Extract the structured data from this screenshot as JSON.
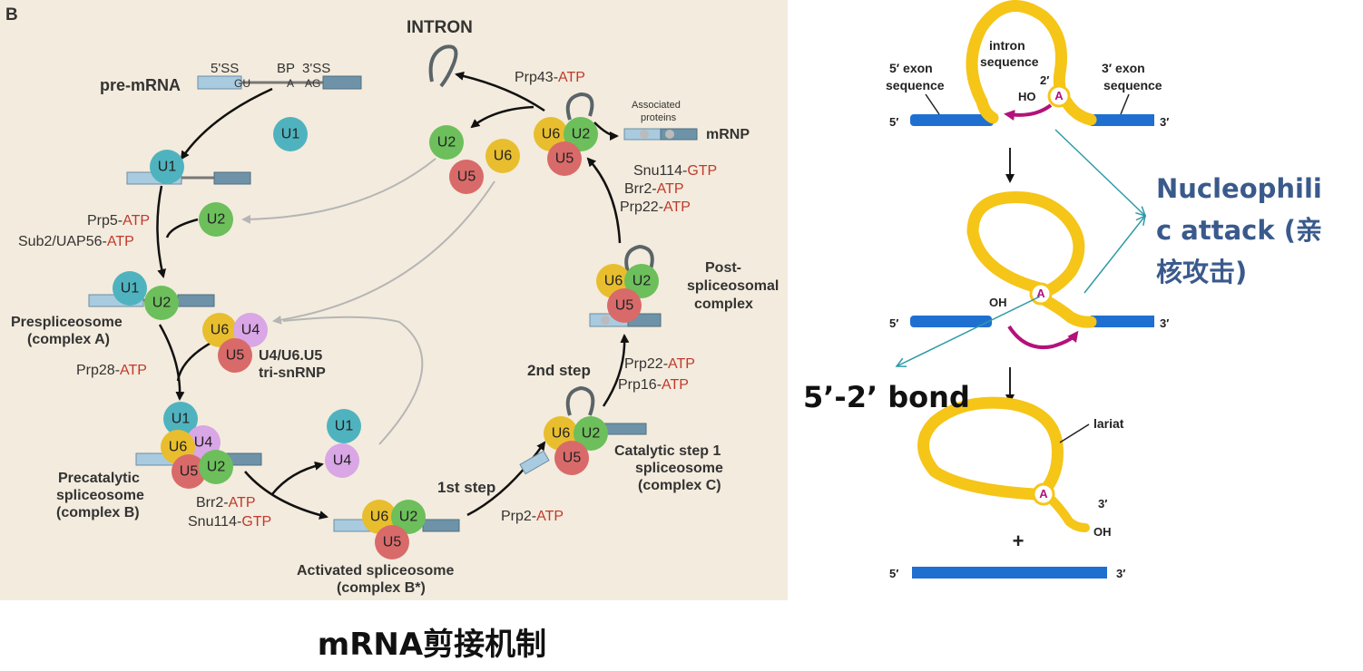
{
  "left_panel": {
    "panel_letter": "B",
    "intron_label": "INTRON",
    "premrna": {
      "label": "pre-mRNA",
      "ss5": "5'SS",
      "bp": "BP",
      "ss3": "3'SS",
      "gu": "GU",
      "a": "A",
      "ag": "AG"
    },
    "snrnas": {
      "u1": "U1",
      "u2": "U2",
      "u4": "U4",
      "u5": "U5",
      "u6": "U6"
    },
    "factors": {
      "prp43": {
        "name": "Prp43-",
        "cof": "ATP"
      },
      "prp5": {
        "name": "Prp5-",
        "cof": "ATP"
      },
      "sub2": {
        "name": "Sub2/UAP56-",
        "cof": "ATP"
      },
      "prp28": {
        "name": "Prp28-",
        "cof": "ATP"
      },
      "brr2_b": {
        "name": "Brr2-",
        "cof": "ATP"
      },
      "snu114_b": {
        "name": "Snu114-",
        "cof": "GTP"
      },
      "prp2": {
        "name": "Prp2-",
        "cof": "ATP"
      },
      "prp22_c": {
        "name": "Prp22-",
        "cof": "ATP"
      },
      "prp16": {
        "name": "Prp16-",
        "cof": "ATP"
      },
      "snu114_p": {
        "name": "Snu114-",
        "cof": "GTP"
      },
      "brr2_p": {
        "name": "Brr2-",
        "cof": "ATP"
      },
      "prp22_p": {
        "name": "Prp22-",
        "cof": "ATP"
      }
    },
    "complexes": {
      "prespliceosome": [
        "Prespliceosome",
        "(complex A)"
      ],
      "trisnrnp": [
        "U4/U6.U5",
        "tri-snRNP"
      ],
      "precatalytic": [
        "Precatalytic",
        "spliceosome",
        "(complex B)"
      ],
      "activated": [
        "Activated spliceosome",
        "(complex B*)"
      ],
      "catalytic": [
        "Catalytic step 1",
        "spliceosome",
        "(complex C)"
      ],
      "postspliceosomal": [
        "Post-",
        "spliceosomal",
        "complex"
      ]
    },
    "steps": {
      "first": "1st step",
      "second": "2nd step"
    },
    "mrnp": "mRNP",
    "associated_proteins": [
      "Associated",
      "proteins"
    ]
  },
  "caption": "mRNA剪接机制",
  "right_panel": {
    "exon5": [
      "5′ exon",
      "sequence"
    ],
    "intron_seq": [
      "intron",
      "sequence"
    ],
    "exon3": [
      "3′ exon",
      "sequence"
    ],
    "two_prime": "2′",
    "ho": "HO",
    "a": "A",
    "oh": "OH",
    "five_prime": "5′",
    "three_prime": "3′",
    "lariat": "lariat",
    "plus": "+"
  },
  "annotations": {
    "nucleophilic": [
      "Nucleophili",
      "c attack (亲",
      "核攻击)"
    ],
    "bond": "5’-2’ bond"
  },
  "colors": {
    "panel_bg": "#f3ebdd",
    "u1": "#4fb3bf",
    "u2": "#6cbf5b",
    "u4": "#d9a6e6",
    "u5": "#d96a6a",
    "u6": "#e8be2e",
    "yellow_rna": "#f5c518",
    "exon_blue": "#1f6fd1",
    "annotation_blue": "#3a5a8c",
    "atp_red": "#c0392b"
  }
}
